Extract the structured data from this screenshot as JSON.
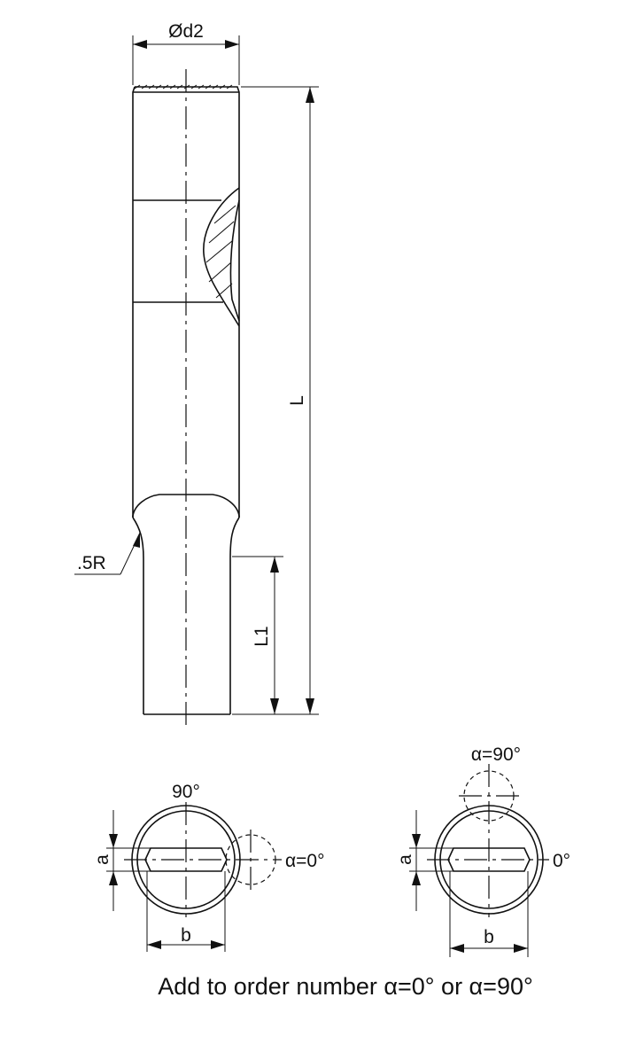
{
  "labels": {
    "d2": "Ød2",
    "L": "L",
    "L1": "L1",
    "radius": ".5R",
    "left_top": "90°",
    "left_side": "α=0°",
    "right_top": "α=90°",
    "right_side": "0°",
    "a_left": "a",
    "b_left": "b",
    "a_right": "a",
    "b_right": "b"
  },
  "caption": "Add to order number α=0° or α=90°"
}
